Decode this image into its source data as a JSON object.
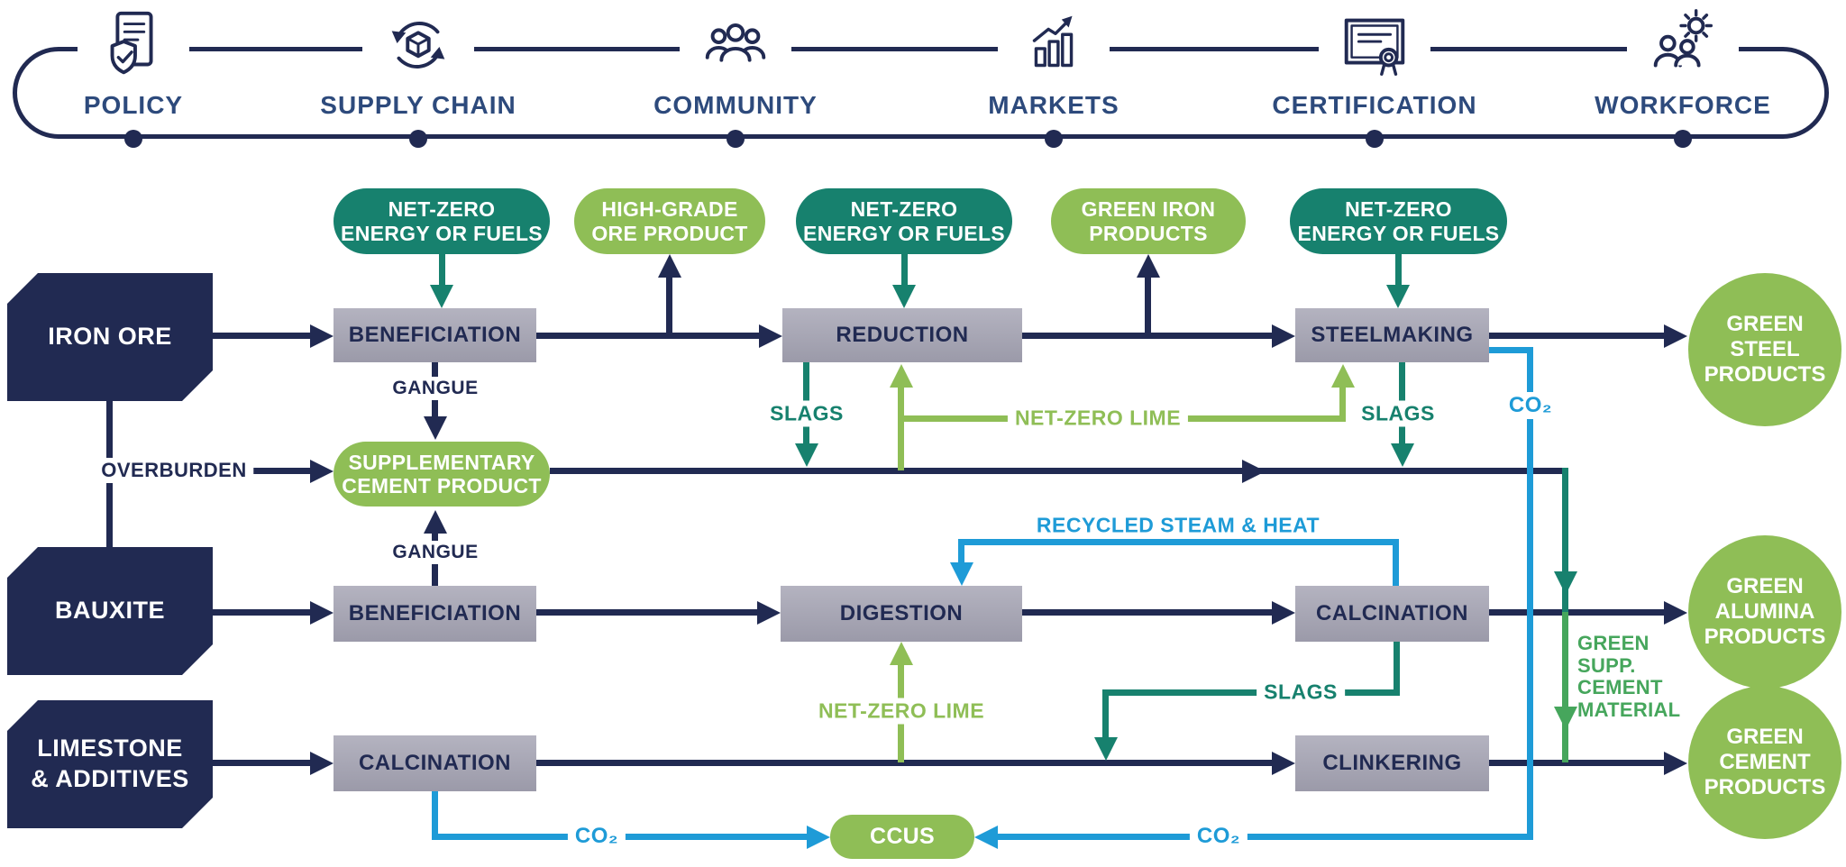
{
  "enablers": [
    {
      "label": "POLICY",
      "icon": "policy-icon"
    },
    {
      "label": "SUPPLY CHAIN",
      "icon": "supply-chain-icon"
    },
    {
      "label": "COMMUNITY",
      "icon": "community-icon"
    },
    {
      "label": "MARKETS",
      "icon": "markets-icon"
    },
    {
      "label": "CERTIFICATION",
      "icon": "certification-icon"
    },
    {
      "label": "WORKFORCE",
      "icon": "workforce-icon"
    }
  ],
  "inputs": {
    "iron_ore": "IRON ORE",
    "bauxite": "BAUXITE",
    "limestone": "LIMESTONE\n& ADDITIVES"
  },
  "processes": {
    "beneficiation": "BENEFICIATION",
    "reduction": "REDUCTION",
    "steelmaking": "STEELMAKING",
    "digestion": "DIGESTION",
    "calcination": "CALCINATION",
    "clinkering": "CLINKERING"
  },
  "pills": {
    "net_zero_energy": "NET-ZERO\nENERGY OR FUELS",
    "high_grade_ore": "HIGH-GRADE\nORE PRODUCT",
    "green_iron": "GREEN IRON\nPRODUCTS",
    "supplementary_cement": "SUPPLEMENTARY\nCEMENT PRODUCT",
    "ccus": "CCUS"
  },
  "products": {
    "green_steel": "GREEN\nSTEEL\nPRODUCTS",
    "green_alumina": "GREEN\nALUMINA\nPRODUCTS",
    "green_cement": "GREEN\nCEMENT\nPRODUCTS"
  },
  "flows": {
    "gangue": "GANGUE",
    "overburden": "OVERBURDEN",
    "slags": "SLAGS",
    "net_zero_lime": "NET-ZERO LIME",
    "recycled_steam_heat": "RECYCLED STEAM & HEAT",
    "co2": "CO₂",
    "green_supp_cement": "GREEN\nSUPP.\nCEMENT\nMATERIAL"
  },
  "colors": {
    "navy": "#212a52",
    "label_blue": "#2d4a7c",
    "teal": "#17816e",
    "green": "#8fbe56",
    "green_mid": "#46a65c",
    "blue": "#1e9bd7",
    "box_gray": "#a7a6b3"
  }
}
